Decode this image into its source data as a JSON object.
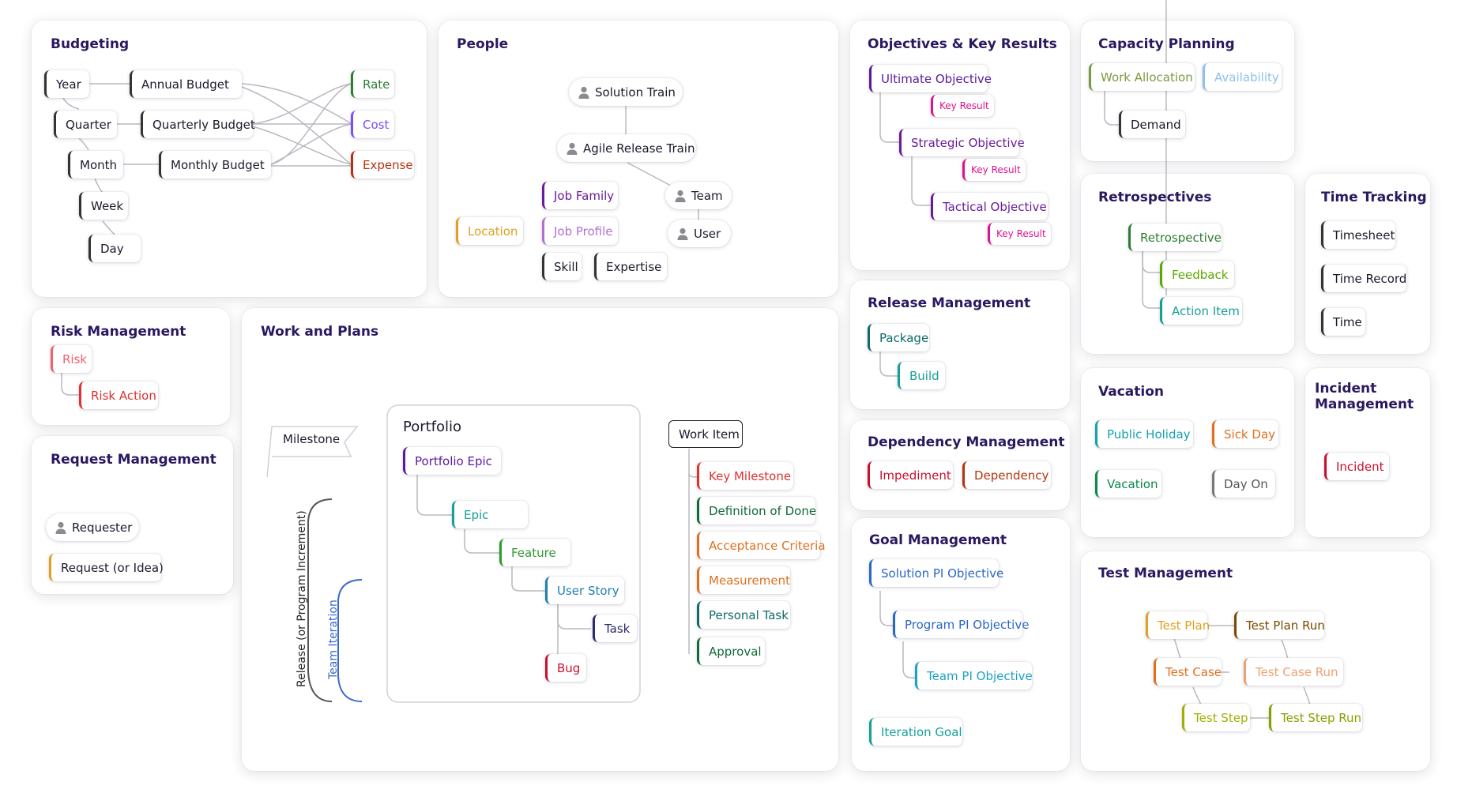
{
  "colors": {
    "title": "#2a1860",
    "black": "#222222",
    "green": "#2e7d32",
    "violet": "#7c4dff",
    "rust": "#b5330f",
    "red": "#e03030",
    "orange": "#e07020",
    "teal": "#14a098",
    "purple": "#6a1b9a",
    "magenta": "#e0128a",
    "olive": "#7a9a40",
    "lightblue": "#8ec0f0",
    "pink": "#f06070",
    "gold": "#e0a020",
    "lavender": "#b070d0",
    "darkblue": "#2c2c6c",
    "blue": "#2a66c8",
    "cyan": "#1ea0c8",
    "deepteal": "#106a6a",
    "lime": "#5aa800",
    "crimson": "#c8102e",
    "brown": "#7a4a00",
    "yellowgreen": "#a0b000"
  },
  "budgeting": {
    "title": "Budgeting",
    "year": "Year",
    "annual_budget": "Annual Budget",
    "quarter": "Quarter",
    "quarterly_budget": "Quarterly Budget",
    "month": "Month",
    "monthly_budget": "Monthly Budget",
    "week": "Week",
    "day": "Day",
    "rate": "Rate",
    "cost": "Cost",
    "expense": "Expense"
  },
  "people": {
    "title": "People",
    "icon": "person-icon",
    "solution_train": "Solution Train",
    "agile_release_train": "Agile Release Train",
    "team": "Team",
    "user": "User",
    "job_family": "Job Family",
    "location": "Location",
    "job_profile": "Job Profile",
    "skill": "Skill",
    "expertise": "Expertise"
  },
  "okr": {
    "title": "Objectives & Key Results",
    "ultimate_objective": "Ultimate Objective",
    "key_result_1": "Key Result",
    "strategic_objective": "Strategic Objective",
    "key_result_2": "Key Result",
    "tactical_objective": "Tactical Objective",
    "key_result_3": "Key Result"
  },
  "capacity": {
    "title": "Capacity Planning",
    "work_allocation": "Work Allocation",
    "availability": "Availability",
    "demand": "Demand"
  },
  "retrospectives": {
    "title": "Retrospectives",
    "retrospective": "Retrospective",
    "feedback": "Feedback",
    "action_item": "Action Item"
  },
  "time_tracking": {
    "title": "Time Tracking",
    "timesheet": "Timesheet",
    "time_record": "Time Record",
    "time": "Time"
  },
  "risk": {
    "title": "Risk Management",
    "risk": "Risk",
    "risk_action": "Risk Action"
  },
  "request": {
    "title": "Request Management",
    "requester": "Requester",
    "request": "Request (or Idea)"
  },
  "work": {
    "title": "Work and Plans",
    "milestone": "Milestone",
    "release": "Release (or Program Increment)",
    "team_iteration": "Team Iteration",
    "portfolio": "Portfolio",
    "portfolio_epic": "Portfolio Epic",
    "epic": "Epic",
    "feature": "Feature",
    "user_story": "User Story",
    "task": "Task",
    "bug": "Bug",
    "work_item": "Work Item",
    "key_milestone": "Key Milestone",
    "definition_of_done": "Definition of Done",
    "acceptance_criteria": "Acceptance Criteria",
    "measurement": "Measurement",
    "personal_task": "Personal Task",
    "approval": "Approval"
  },
  "release_mgmt": {
    "title": "Release Management",
    "package": "Package",
    "build": "Build"
  },
  "dependency": {
    "title": "Dependency Management",
    "impediment": "Impediment",
    "dependency": "Dependency"
  },
  "vacation": {
    "title": "Vacation",
    "public_holiday": "Public Holiday",
    "sick_day": "Sick Day",
    "vacation": "Vacation",
    "day_on": "Day On"
  },
  "incident": {
    "title": "Incident Management",
    "incident": "Incident"
  },
  "goal": {
    "title": "Goal Management",
    "solution_pi": "Solution PI Objective",
    "program_pi": "Program PI Objective",
    "team_pi": "Team PI Objective",
    "iteration_goal": "Iteration Goal"
  },
  "test": {
    "title": "Test Management",
    "test_plan": "Test Plan",
    "test_plan_run": "Test Plan Run",
    "test_case": "Test Case",
    "test_case_run": "Test Case Run",
    "test_step": "Test Step",
    "test_step_run": "Test Step Run"
  }
}
